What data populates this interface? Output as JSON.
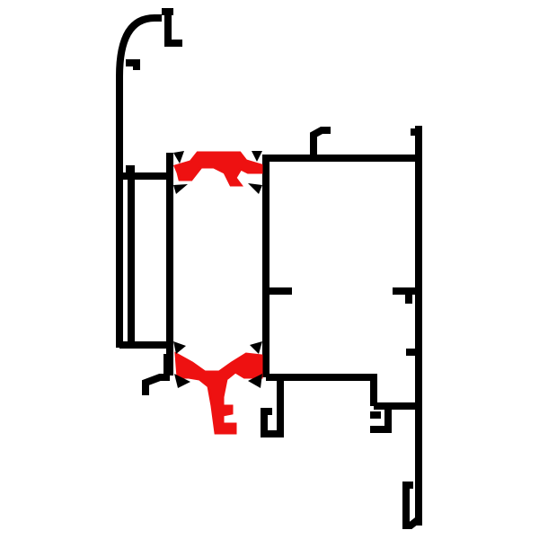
{
  "diagram": {
    "colors": {
      "background": "#ffffff",
      "profile": "#000000",
      "thermal_break": "#ee1111"
    },
    "components": [
      "outer-frame-profile",
      "sash-profile",
      "thermal-break-top",
      "thermal-break-bottom"
    ]
  }
}
